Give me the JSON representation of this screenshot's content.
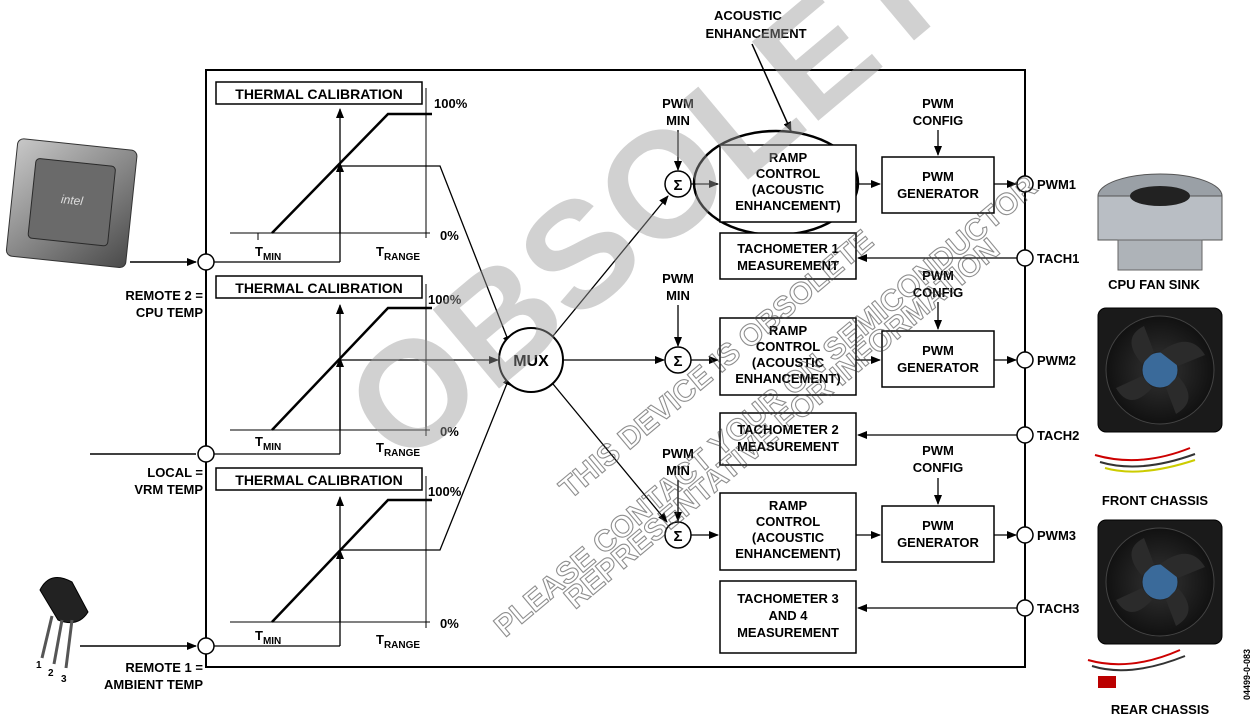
{
  "watermark": {
    "big": "OBSOLETE",
    "line1": "THIS DEVICE IS OBSOLETE",
    "line2": "PLEASE CONTACT YOUR ON SEMICONDUCTOR",
    "line3": "REPRESENTATIVE FOR INFORMATION"
  },
  "calibration": {
    "title": "THERMAL CALIBRATION",
    "pct_high": "100%",
    "pct_low": "0%",
    "tmin": "T",
    "tmin_sub": "MIN",
    "trange": "T",
    "trange_sub": "RANGE"
  },
  "inputs": {
    "remote2_line1": "REMOTE 2 =",
    "remote2_line2": "CPU TEMP",
    "local_line1": "LOCAL =",
    "local_line2": "VRM TEMP",
    "remote1_line1": "REMOTE 1 =",
    "remote1_line2": "AMBIENT TEMP"
  },
  "mux": "MUX",
  "sigma": "Σ",
  "pwm_min": [
    "PWM",
    "MIN"
  ],
  "pwm_config": [
    "PWM",
    "CONFIG"
  ],
  "acoustic": [
    "ACOUSTIC",
    "ENHANCEMENT"
  ],
  "ramp": [
    "RAMP",
    "CONTROL",
    "(ACOUSTIC",
    "ENHANCEMENT)"
  ],
  "pwm_gen": [
    "PWM",
    "GENERATOR"
  ],
  "tach1": [
    "TACHOMETER 1",
    "MEASUREMENT"
  ],
  "tach2": [
    "TACHOMETER 2",
    "MEASUREMENT"
  ],
  "tach3": [
    "TACHOMETER 3",
    "AND 4",
    "MEASUREMENT"
  ],
  "pins": {
    "pwm1": "PWM1",
    "pwm2": "PWM2",
    "pwm3": "PWM3",
    "tach1": "TACH1",
    "tach2": "TACH2",
    "tach3": "TACH3"
  },
  "fans": {
    "cpu": "CPU FAN SINK",
    "front": "FRONT CHASSIS",
    "rear": "REAR CHASSIS"
  },
  "cpu_chip_text": "intel",
  "transistor_pins": [
    "1",
    "2",
    "3"
  ],
  "figure_id": "04499-0-083"
}
